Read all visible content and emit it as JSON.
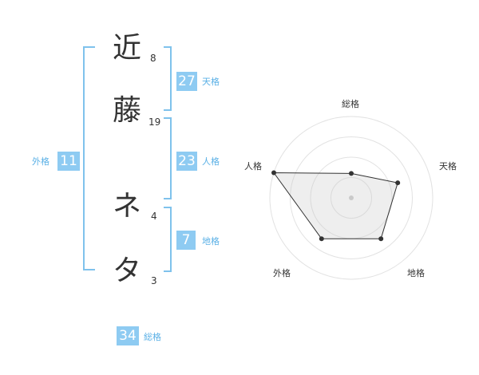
{
  "colors": {
    "accent": "#8ecbf2",
    "bracket": "#7fc2ec",
    "label": "#5ab0e6",
    "text": "#333333"
  },
  "name": {
    "chars": [
      {
        "char": "近",
        "strokes": "8"
      },
      {
        "char": "藤",
        "strokes": "19"
      },
      {
        "char": "ネ",
        "strokes": "4"
      },
      {
        "char": "タ",
        "strokes": "3"
      }
    ]
  },
  "kaku": {
    "tenkaku": {
      "value": "27",
      "label": "天格"
    },
    "jinkaku": {
      "value": "23",
      "label": "人格"
    },
    "chikaku": {
      "value": "7",
      "label": "地格"
    },
    "gaikaku": {
      "value": "11",
      "label": "外格"
    },
    "soukaku": {
      "value": "34",
      "label": "総格"
    }
  },
  "chart_data": {
    "type": "radar",
    "axes": [
      "総格",
      "天格",
      "地格",
      "外格",
      "人格"
    ],
    "values": [
      0.3,
      0.6,
      0.62,
      0.62,
      1.0
    ],
    "range": [
      0,
      1
    ],
    "rings": 4
  }
}
